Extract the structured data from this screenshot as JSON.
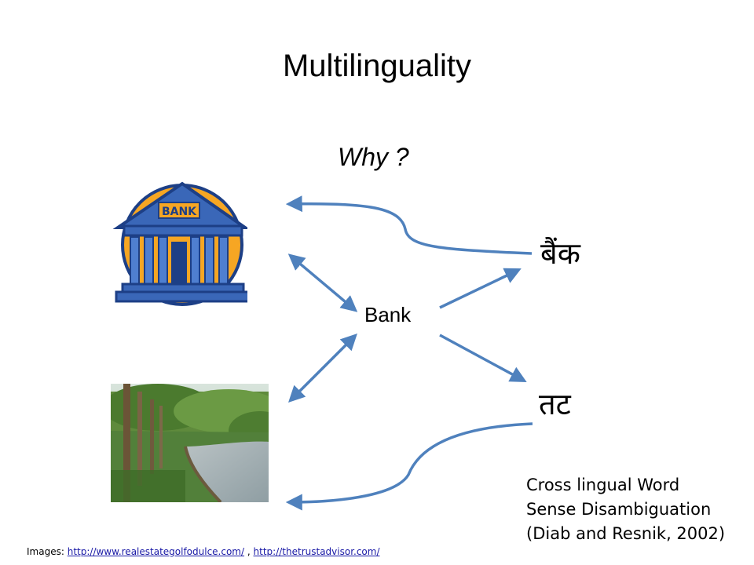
{
  "slide": {
    "title": "Multilinguality",
    "subtitle": "Why ?"
  },
  "nodes": {
    "english": "Bank",
    "hindi_bank": "बैंक",
    "hindi_riverbank": "तट"
  },
  "bank_icon": {
    "sign": "BANK"
  },
  "caption": {
    "line1": "Cross lingual Word",
    "line2": "Sense Disambiguation",
    "line3": "(Diab and Resnik, 2002)"
  },
  "credits": {
    "prefix": "Images:",
    "link1": "http://www.realestategolfodulce.com/",
    "separator": ",",
    "link2": "http://thetrustadvisor.com/"
  },
  "colors": {
    "arrow": "#4f81bd",
    "bank_blue": "#3a67b8",
    "bank_orange": "#f6a623"
  }
}
